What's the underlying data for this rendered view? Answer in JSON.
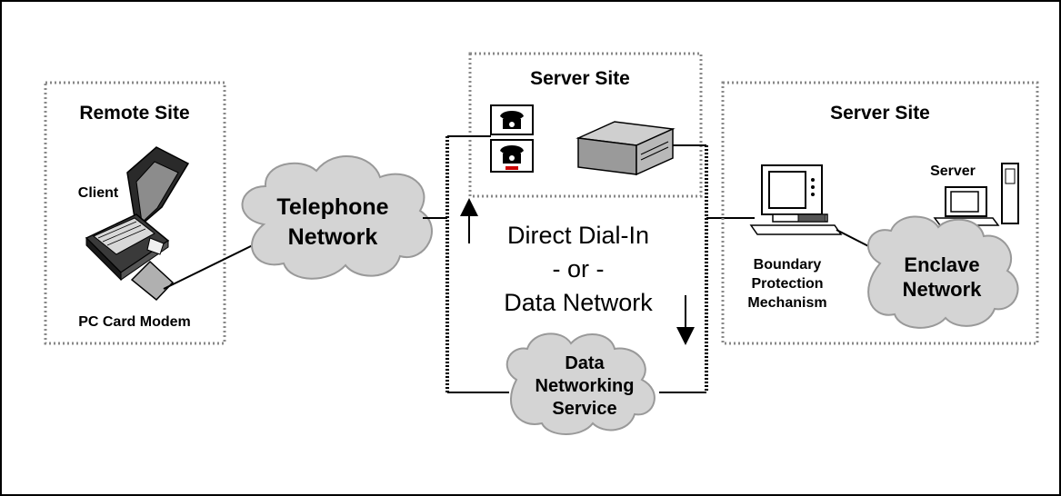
{
  "remote_site": {
    "title": "Remote Site",
    "client_label": "Client",
    "modem_label": "PC Card Modem"
  },
  "telephone_network": {
    "line1": "Telephone",
    "line2": "Network"
  },
  "server_site_dialin": {
    "title": "Server Site"
  },
  "connection_text": {
    "line1": "Direct Dial-In",
    "line2": "- or -",
    "line3": "Data Network"
  },
  "data_networking_service": {
    "line1": "Data",
    "line2": "Networking",
    "line3": "Service"
  },
  "server_site_main": {
    "title": "Server Site",
    "server_label": "Server",
    "boundary_line1": "Boundary",
    "boundary_line2": "Protection",
    "boundary_line3": "Mechanism"
  },
  "enclave_network": {
    "line1": "Enclave",
    "line2": "Network"
  },
  "colors": {
    "cloud_fill": "#d4d4d4",
    "box_border": "#888888",
    "device_gray": "#b8b8b8"
  }
}
